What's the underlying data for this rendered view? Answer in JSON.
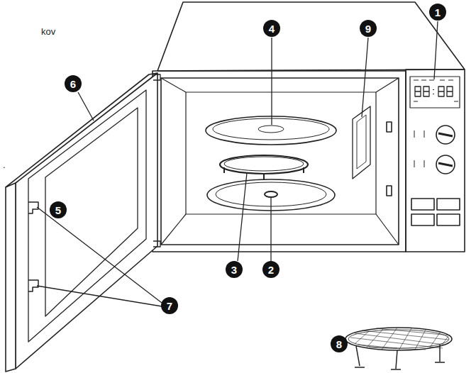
{
  "diagram": {
    "nodes": [
      {
        "text": [
          "1"
        ]
      },
      {
        "text": [
          "4"
        ]
      },
      {
        "text": [
          "9"
        ]
      },
      {
        "text": [
          "6"
        ]
      },
      {
        "text": [
          "5"
        ]
      },
      {
        "text": [
          "3"
        ]
      },
      {
        "text": [
          "2"
        ]
      },
      {
        "text": [
          "7"
        ]
      },
      {
        "text": [
          "8"
        ]
      }
    ],
    "labels": [
      "kov",
      "."
    ]
  }
}
